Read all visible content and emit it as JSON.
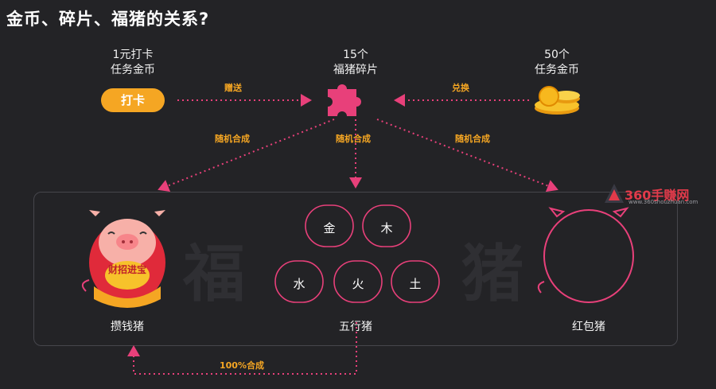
{
  "title": "金币、碎片、福猪的关系?",
  "sources": {
    "checkin": {
      "line1": "1元打卡",
      "line2": "任务金币",
      "button": "打卡"
    },
    "fragments": {
      "line1": "15个",
      "line2": "福猪碎片"
    },
    "coins": {
      "line1": "50个",
      "line2": "任务金币"
    }
  },
  "arrows": {
    "gift": "赠送",
    "exchange": "兑换",
    "random_left": "随机合成",
    "random_mid": "随机合成",
    "random_right": "随机合成",
    "hundred": "100%合成"
  },
  "panel": {
    "bg_char_left": "福",
    "bg_char_right": "猪",
    "lucky_pig_text": "财招进宝",
    "elements": [
      "金",
      "木",
      "水",
      "火",
      "土"
    ],
    "labels": {
      "left": "攒钱猪",
      "mid": "五行猪",
      "right": "红包猪"
    }
  },
  "watermark": {
    "brand": "360手赚网",
    "url": "www.360shouzhuan.com"
  },
  "colors": {
    "accent": "#f5a623",
    "pink": "#e8407a",
    "line": "#e8407a"
  }
}
